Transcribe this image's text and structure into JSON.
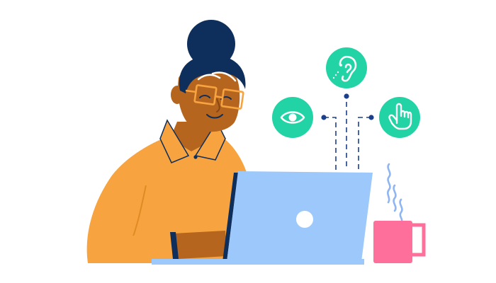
{
  "illustration": {
    "subject": "accessibility-illustration",
    "icons": [
      {
        "name": "eye-icon",
        "meaning": "vision"
      },
      {
        "name": "ear-icon",
        "meaning": "hearing"
      },
      {
        "name": "pointing-hand-icon",
        "meaning": "touch"
      }
    ]
  },
  "colors": {
    "skin": "#B5651D",
    "shirt": "#F7A440",
    "hair": "#0E2E5C",
    "glasses": "#F7A440",
    "laptop": "#9CC8FB",
    "laptop_dark": "#0E2E5C",
    "icon_circle": "#22D3A5",
    "connector": "#1B3F8B",
    "mug": "#FF6F9C",
    "steam": "#8FB6F2"
  }
}
